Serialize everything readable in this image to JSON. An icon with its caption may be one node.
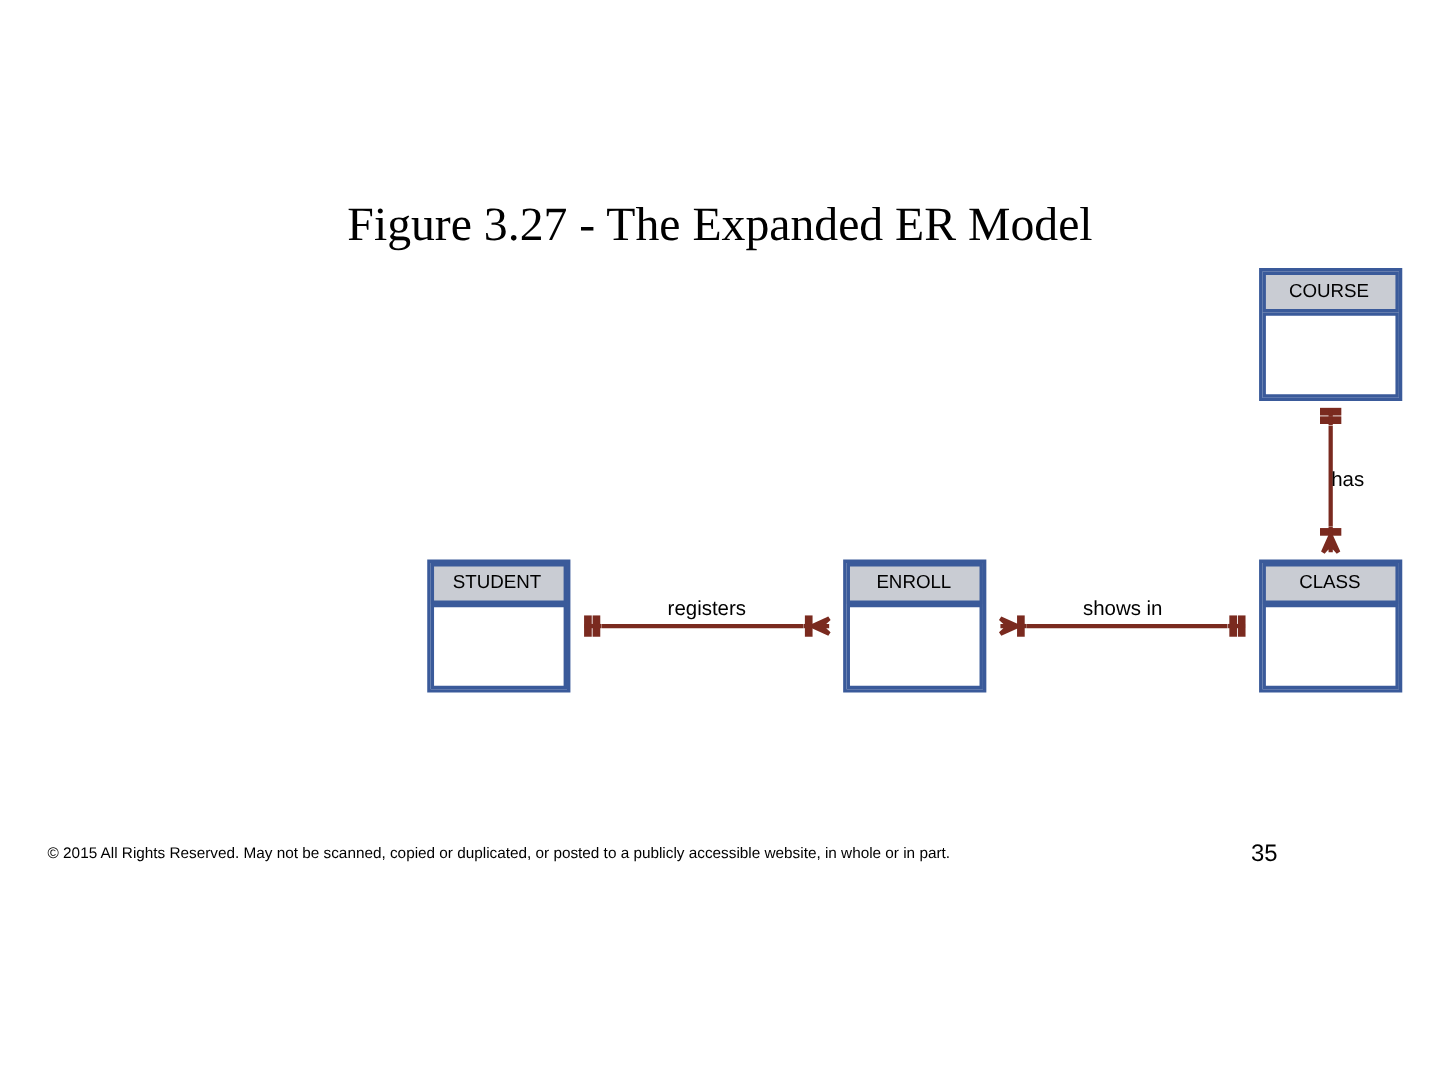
{
  "diagram": {
    "title": "Figure 3.27 - The Expanded ER Model",
    "nodes": [
      {
        "text": [
          "COURSE"
        ]
      },
      {
        "text": [
          "STUDENT"
        ]
      },
      {
        "text": [
          "ENROLL"
        ]
      },
      {
        "text": [
          "CLASS"
        ]
      }
    ],
    "edges": [
      {
        "from": 0,
        "to": 3,
        "arrow": "other",
        "label": "has"
      },
      {
        "from": 1,
        "to": 2,
        "arrow": "other",
        "label": "registers"
      },
      {
        "from": 2,
        "to": 3,
        "arrow": "other",
        "label": "shows in"
      }
    ],
    "labels": [
      "© 2015 All Rights Reserved. May not be scanned, copied or duplicated, or posted to a publicly accessible website, in whole or in part.",
      "35"
    ]
  }
}
